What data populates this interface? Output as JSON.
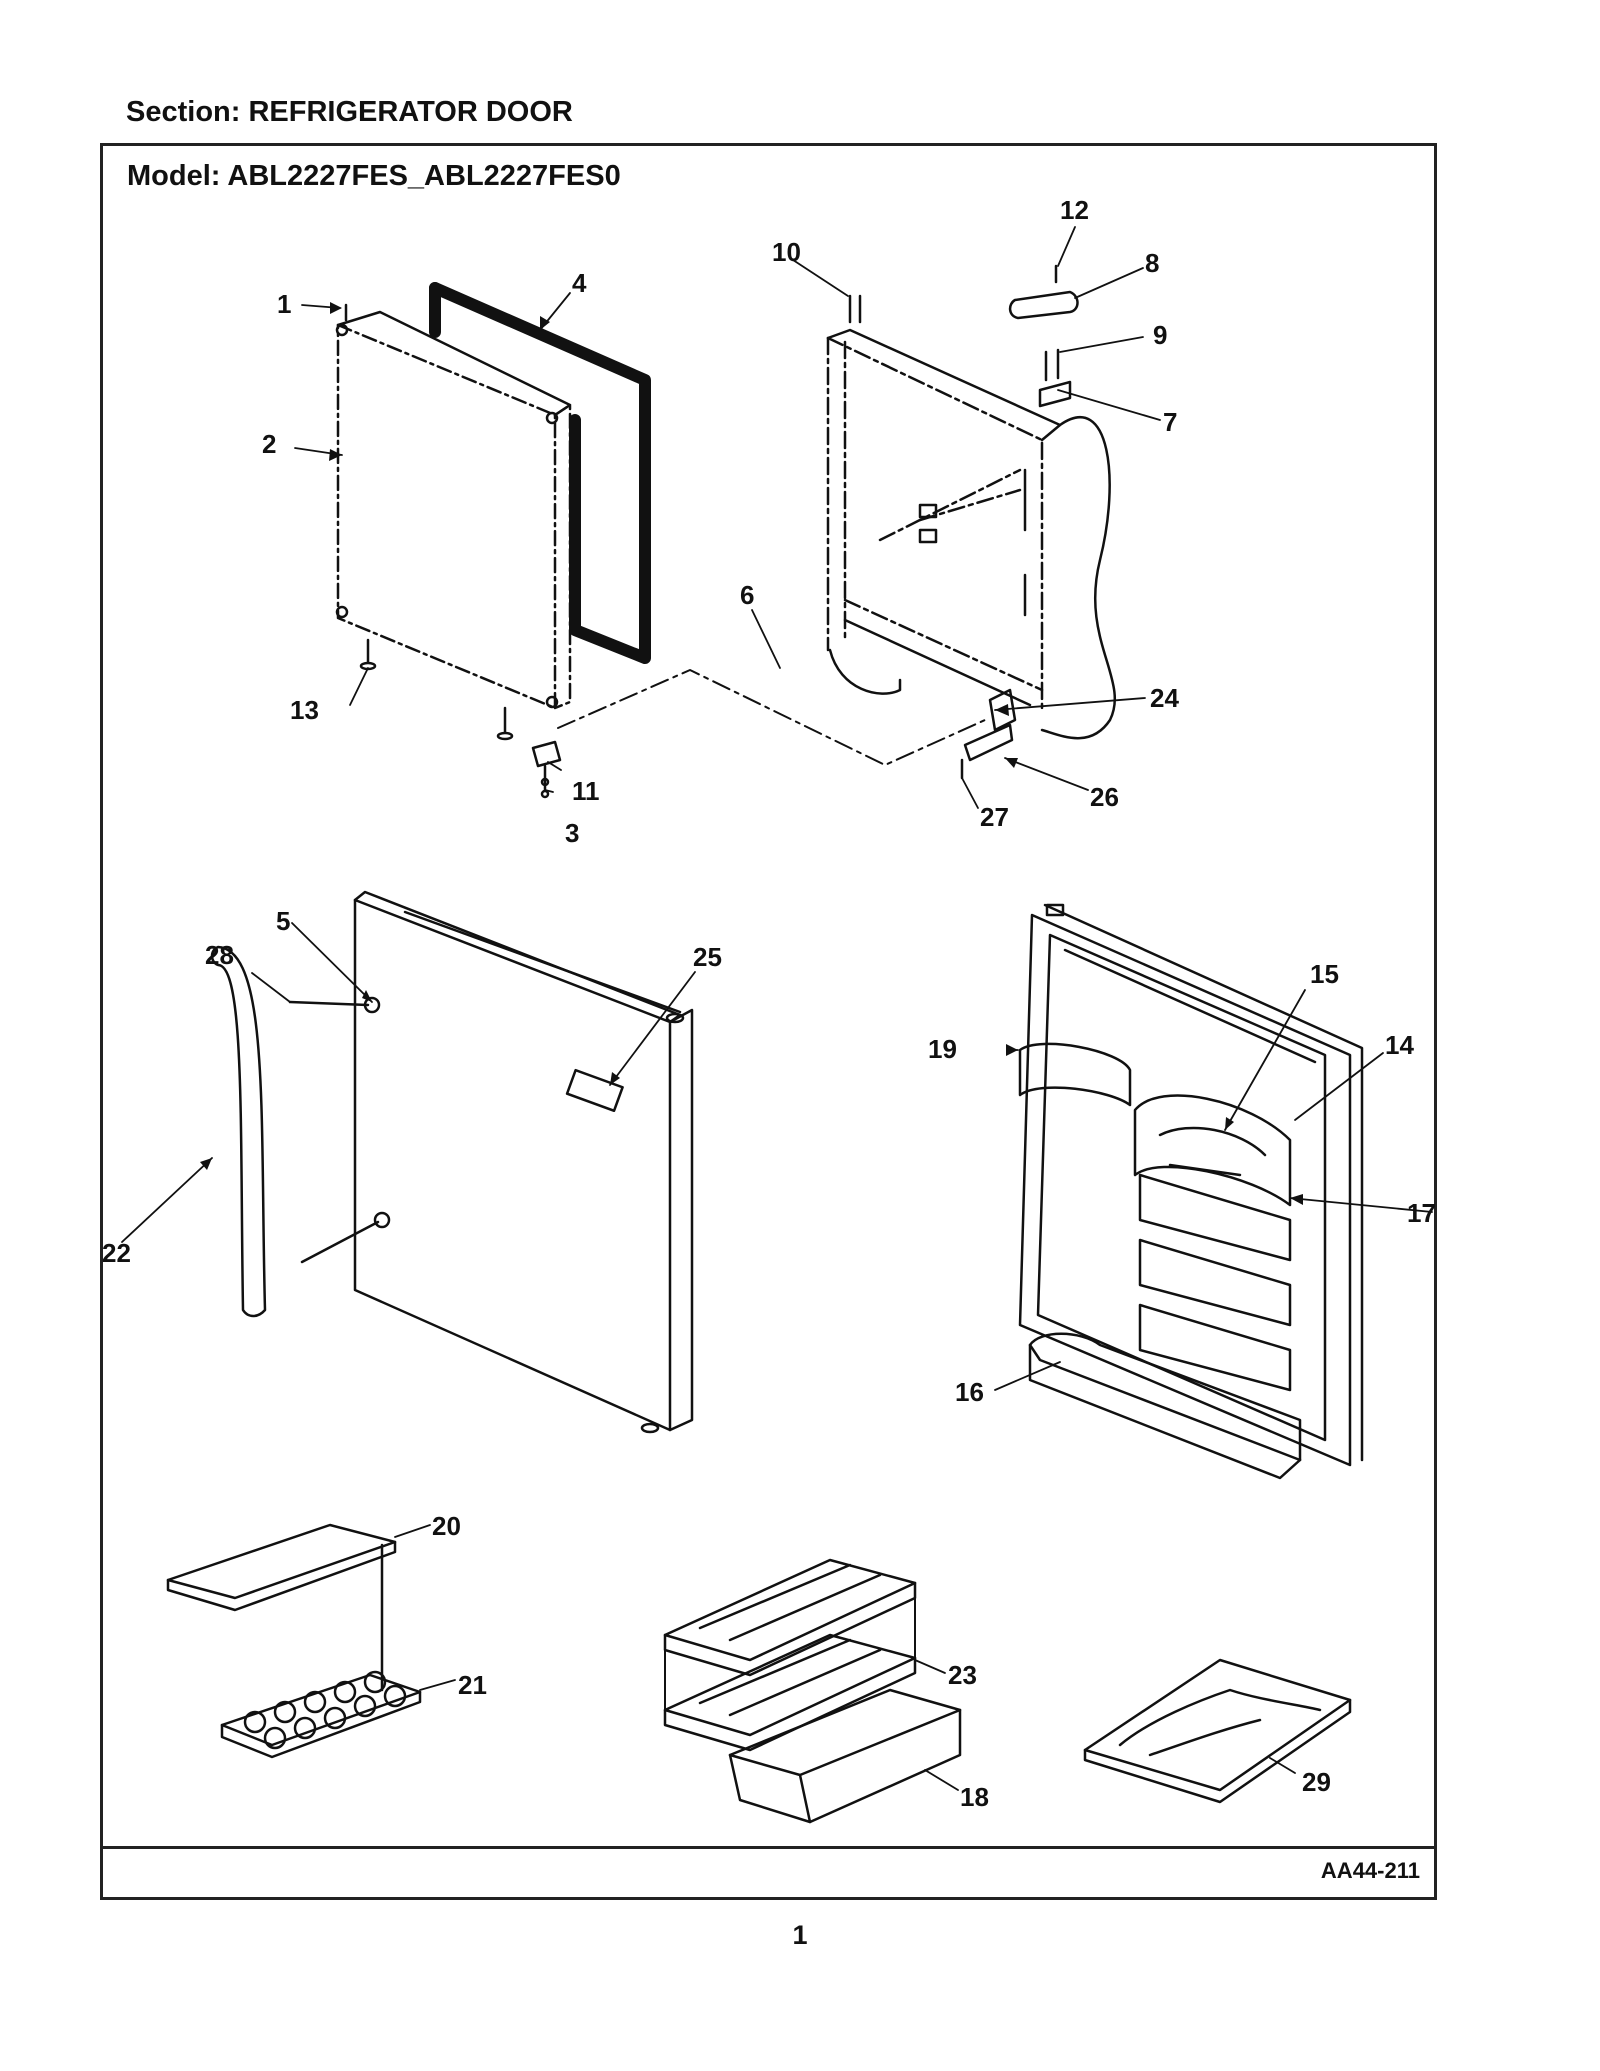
{
  "header": {
    "section_label": "Section:  REFRIGERATOR DOOR",
    "model_label": "Model:  ABL2227FES_ABL2227FES0"
  },
  "footer": {
    "drawing_code": "AA44-211",
    "page_number": "1"
  },
  "callouts": {
    "c1": "1",
    "c2": "2",
    "c3": "3",
    "c4": "4",
    "c5": "5",
    "c6": "6",
    "c7": "7",
    "c8": "8",
    "c9": "9",
    "c10": "10",
    "c11": "11",
    "c12": "12",
    "c13": "13",
    "c14": "14",
    "c15": "15",
    "c16": "16",
    "c17": "17",
    "c18": "18",
    "c19": "19",
    "c20": "20",
    "c21": "21",
    "c22": "22",
    "c23": "23",
    "c24": "24",
    "c25": "25",
    "c26": "26",
    "c27": "27",
    "c28": "28",
    "c29": "29"
  }
}
